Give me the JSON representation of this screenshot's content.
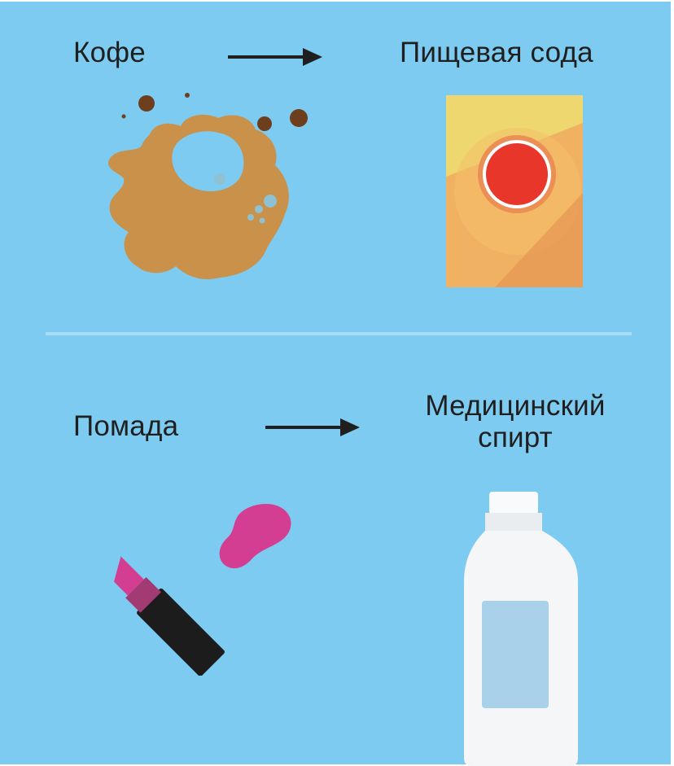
{
  "items": [
    {
      "stain": "Кофе",
      "remedy": "Пищевая сода",
      "stain_icon": "coffee-stain-icon",
      "remedy_icon": "baking-soda-box-icon"
    },
    {
      "stain": "Помада",
      "remedy_line1": "Медицинский",
      "remedy_line2": "спирт",
      "stain_icon": "lipstick-icon",
      "remedy_icon": "rubbing-alcohol-bottle-icon"
    }
  ],
  "colors": {
    "background": "#7ecbf2",
    "divider": "#a7dcf6",
    "coffee": "#c9914a",
    "coffee_drops": "#6e3f1e",
    "soda_box": "#f1b163",
    "soda_accent": "#eddc70",
    "soda_seal": "#e8362b",
    "lipstick": "#d43e92",
    "lipstick_case": "#1c1c1c",
    "bottle": "#f4f6f8",
    "bottle_label": "#a9d1ea"
  }
}
